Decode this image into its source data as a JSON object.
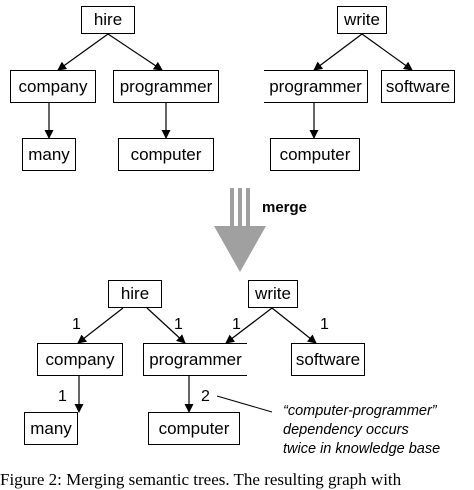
{
  "trees": {
    "hire": {
      "root": "hire",
      "children": [
        "company",
        "programmer"
      ],
      "grandchildren": {
        "company": "many",
        "programmer": "computer"
      }
    },
    "write": {
      "root": "write",
      "children": [
        "programmer",
        "software"
      ],
      "grandchildren": {
        "programmer": "computer"
      }
    }
  },
  "merge_label": "merge",
  "merged": {
    "nodes": [
      "hire",
      "write",
      "company",
      "programmer",
      "software",
      "many",
      "computer"
    ],
    "edges": [
      {
        "from": "hire",
        "to": "company",
        "weight": "1"
      },
      {
        "from": "hire",
        "to": "programmer",
        "weight": "1"
      },
      {
        "from": "write",
        "to": "programmer",
        "weight": "1"
      },
      {
        "from": "write",
        "to": "software",
        "weight": "1"
      },
      {
        "from": "company",
        "to": "many",
        "weight": "1"
      },
      {
        "from": "programmer",
        "to": "computer",
        "weight": "2"
      }
    ]
  },
  "annotation": {
    "line1": "“computer-programmer”",
    "line2": "dependency occurs",
    "line3": "twice in knowledge base"
  },
  "caption": "Figure 2: Merging semantic trees. The resulting graph with"
}
